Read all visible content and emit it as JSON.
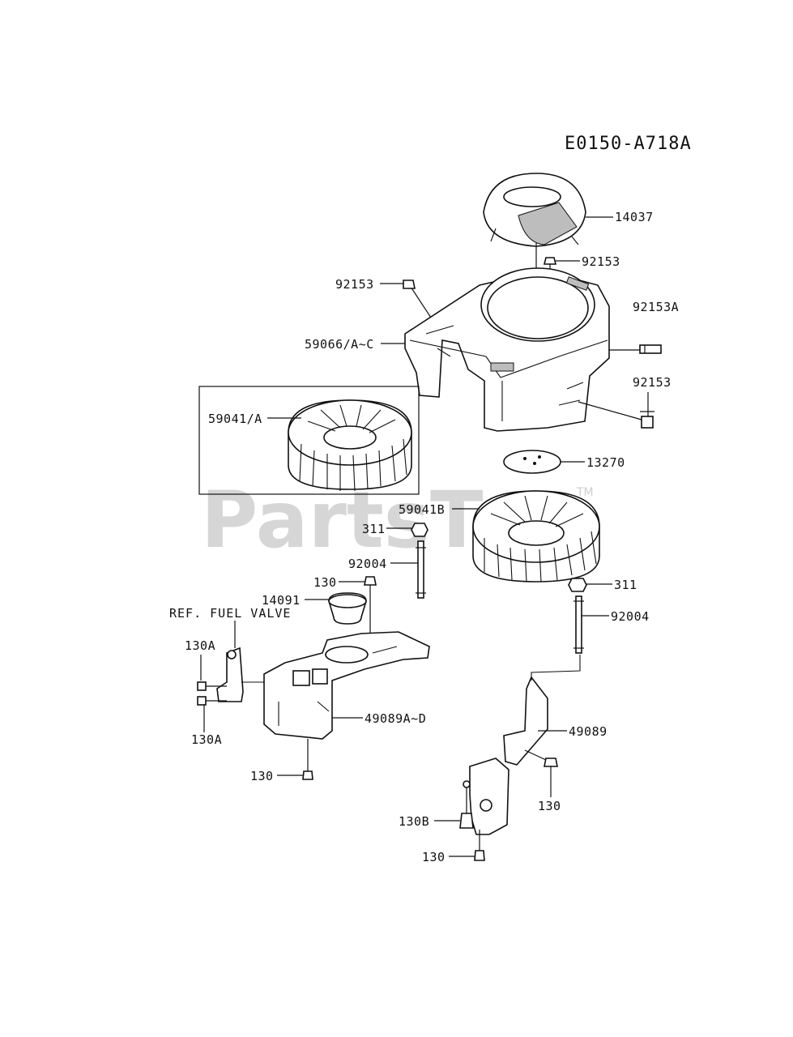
{
  "diagram": {
    "code": "E0150-A718A",
    "watermark": "PartsTr",
    "watermark_tm": "TM",
    "reference_note": "REF. FUEL VALVE",
    "labels": {
      "p14037": "14037",
      "p92153_top": "92153",
      "p92153_left": "92153",
      "p92153A": "92153A",
      "p59066": "59066/A~C",
      "p92153_right": "92153",
      "p59041A": "59041/A",
      "p13270": "13270",
      "p59041B": "59041B",
      "p311_left": "311",
      "p92004_left": "92004",
      "p130_top": "130",
      "p14091": "14091",
      "p311_right": "311",
      "p92004_right": "92004",
      "p130A_top": "130A",
      "p130A_bottom": "130A",
      "p49089AD": "49089A~D",
      "p49089": "49089",
      "p130_left": "130",
      "p130_right": "130",
      "p130B": "130B",
      "p130_bottom": "130"
    }
  }
}
